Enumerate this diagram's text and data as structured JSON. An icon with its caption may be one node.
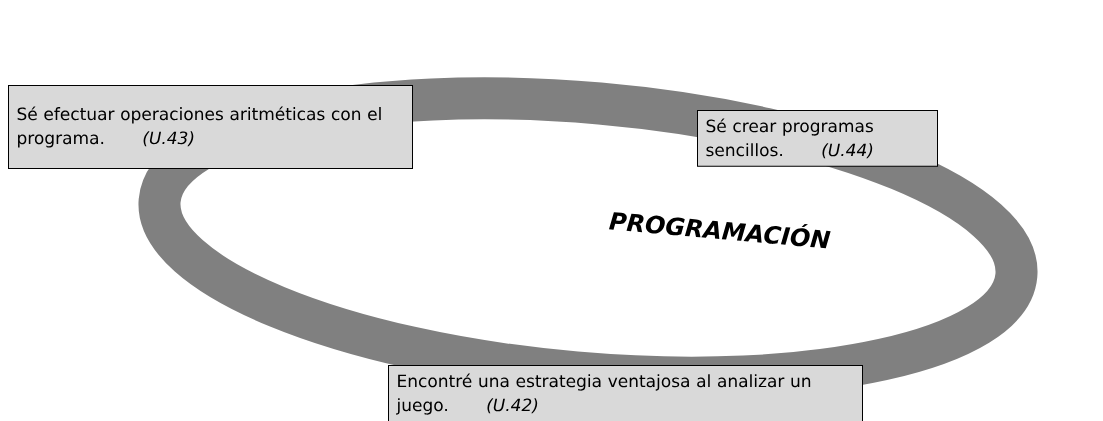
{
  "diagram": {
    "title": "PROGRAMACIÓN",
    "nodes": [
      {
        "text": [
          "Sé efectuar operaciones aritméticas con el programa.",
          "(U.43)"
        ]
      },
      {
        "text": [
          "Sé crear programas sencillos.",
          "(U.44)"
        ]
      },
      {
        "text": [
          "Encontré una estrategia ventajosa al analizar un juego.",
          "(U.42)"
        ]
      }
    ]
  }
}
